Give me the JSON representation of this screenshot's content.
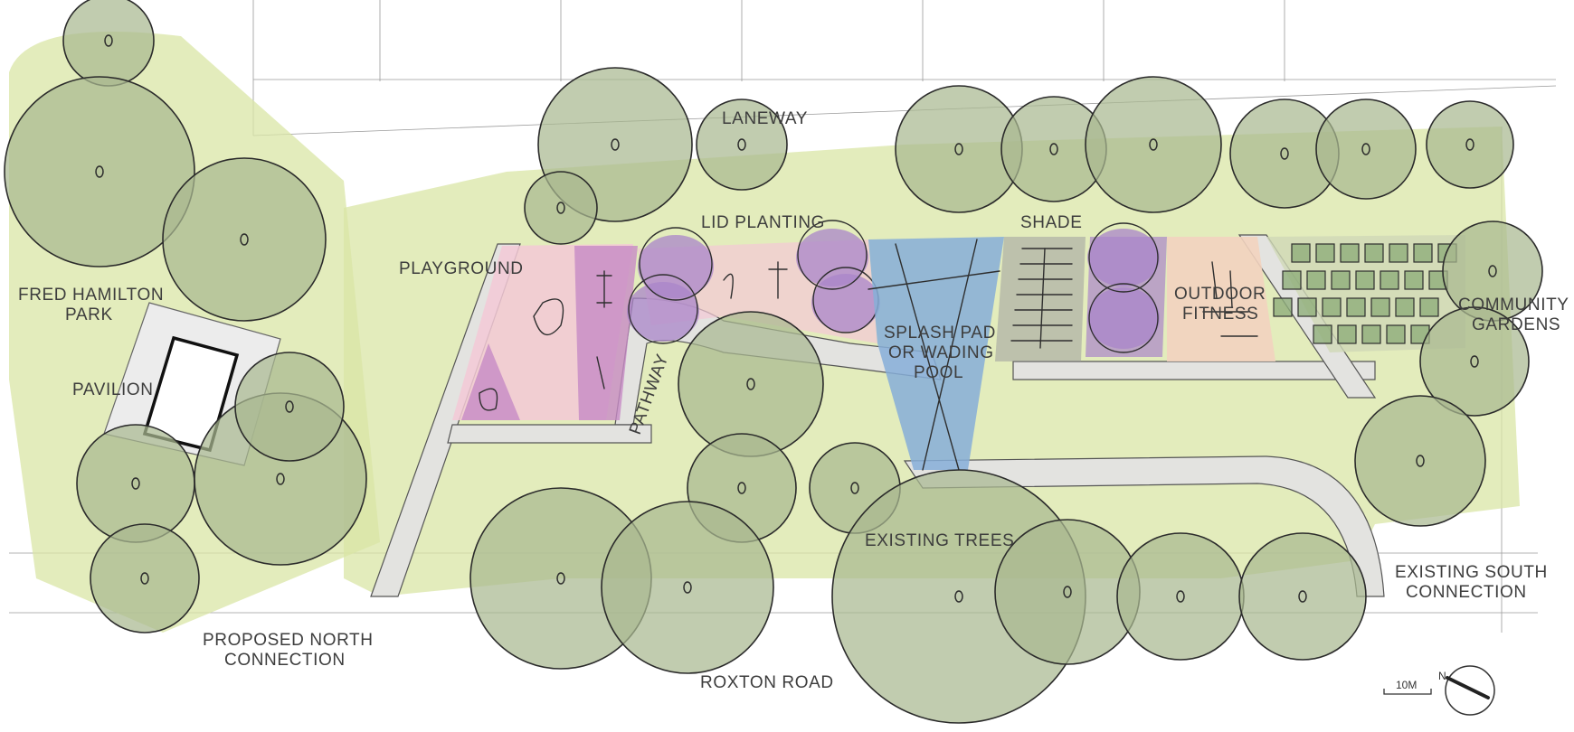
{
  "labels": {
    "laneway": "LANEWAY",
    "lid_planting": "LID PLANTING",
    "shade": "SHADE",
    "playground": "PLAYGROUND",
    "fred_hamilton_park_1": "FRED HAMILTON",
    "fred_hamilton_park_2": "PARK",
    "pavilion": "PAVILION",
    "pathway": "PATHWAY",
    "splash_pad_1": "SPLASH PAD",
    "splash_pad_2": "OR WADING",
    "splash_pad_3": "POOL",
    "outdoor_fitness_1": "OUTDOOR",
    "outdoor_fitness_2": "FITNESS",
    "community_gardens_1": "COMMUNITY",
    "community_gardens_2": "GARDENS",
    "existing_trees": "EXISTING TREES",
    "existing_south_1": "EXISTING SOUTH",
    "existing_south_2": "CONNECTION",
    "proposed_north_1": "PROPOSED NORTH",
    "proposed_north_2": "CONNECTION",
    "roxton_road": "ROXTON ROAD"
  },
  "scale_bar": {
    "label": "10M"
  },
  "north_arrow": {
    "label": "N"
  },
  "colors": {
    "tree_canopy": "#a9b890",
    "lawn": "#d9e6a6",
    "playground_pink": "#f3c9d6",
    "playground_purple": "#c78bc6",
    "lid_purple": "#a986c9",
    "splash_blue": "#86aed8",
    "fitness_peach": "#f2d3bf",
    "shade_grey": "#9e9e9e",
    "path_grey": "#e3e3e0"
  }
}
